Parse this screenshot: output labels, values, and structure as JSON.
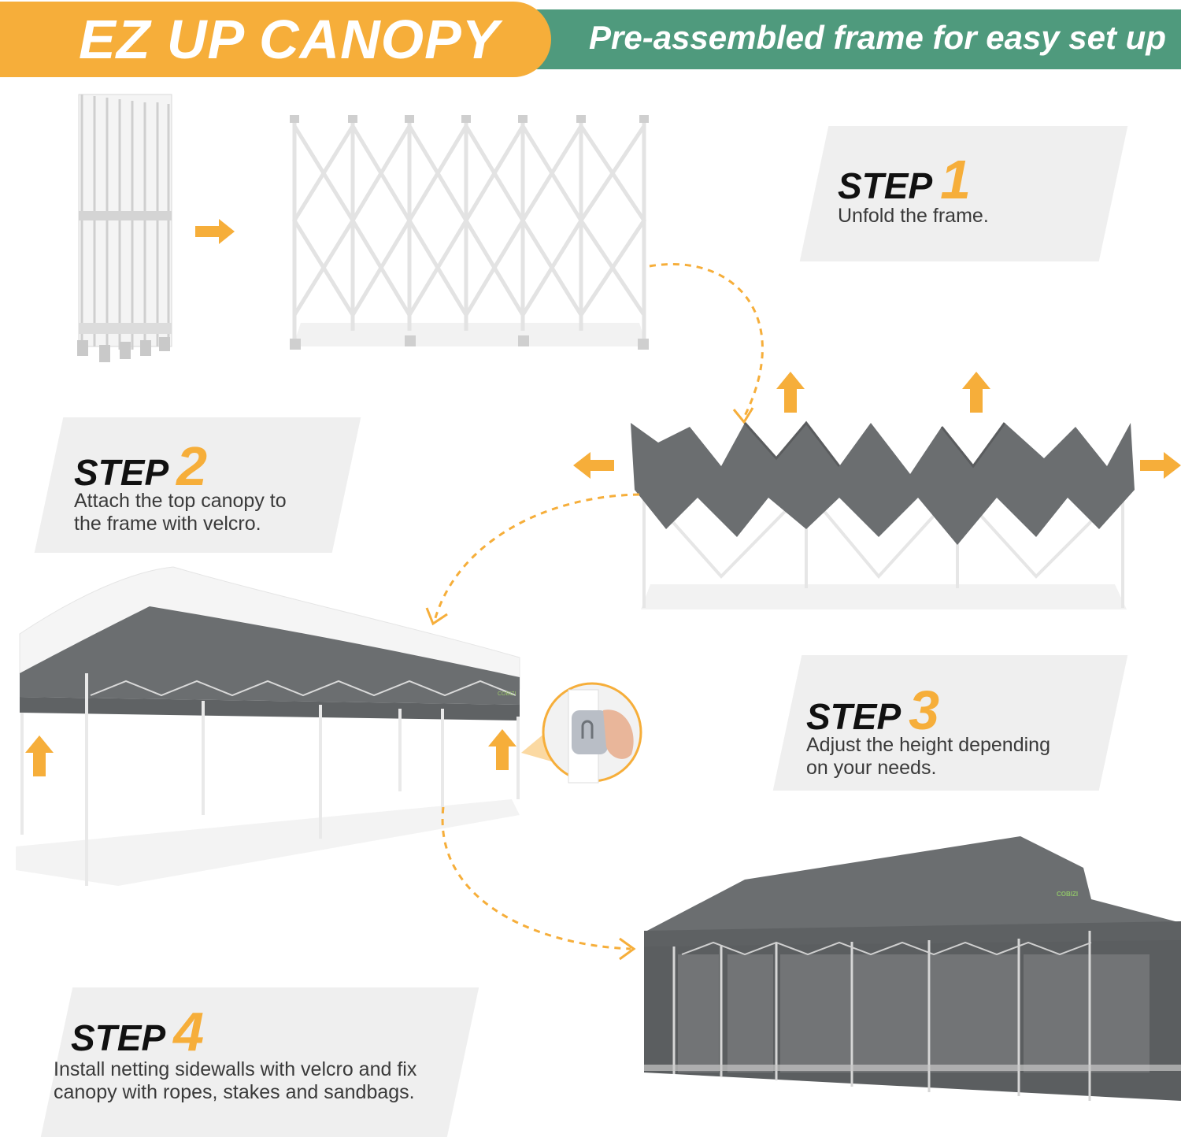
{
  "header": {
    "title": "EZ UP CANOPY",
    "subtitle": "Pre-assembled frame for easy set up"
  },
  "steps": [
    {
      "word": "STEP",
      "number": "1",
      "desc_line1": "Unfold the frame.",
      "desc_line2": ""
    },
    {
      "word": "STEP",
      "number": "2",
      "desc_line1": "Attach the top canopy to",
      "desc_line2": "the frame with velcro."
    },
    {
      "word": "STEP",
      "number": "3",
      "desc_line1": "Adjust the height depending",
      "desc_line2": "on your needs."
    },
    {
      "word": "STEP",
      "number": "4",
      "desc_line1": "Install netting sidewalls with velcro and fix",
      "desc_line2": "canopy with ropes, stakes and sandbags."
    }
  ],
  "brand_mark": "COBIZI",
  "colors": {
    "accent_orange": "#f6ae3a",
    "banner_green": "#4f9a7d",
    "canopy_gray": "#6b6e70",
    "step_box_bg": "#efefef"
  },
  "icons": [
    "arrow-right-icon",
    "arrow-up-icon",
    "arrow-left-icon",
    "dashed-curve-arrow-icon"
  ]
}
